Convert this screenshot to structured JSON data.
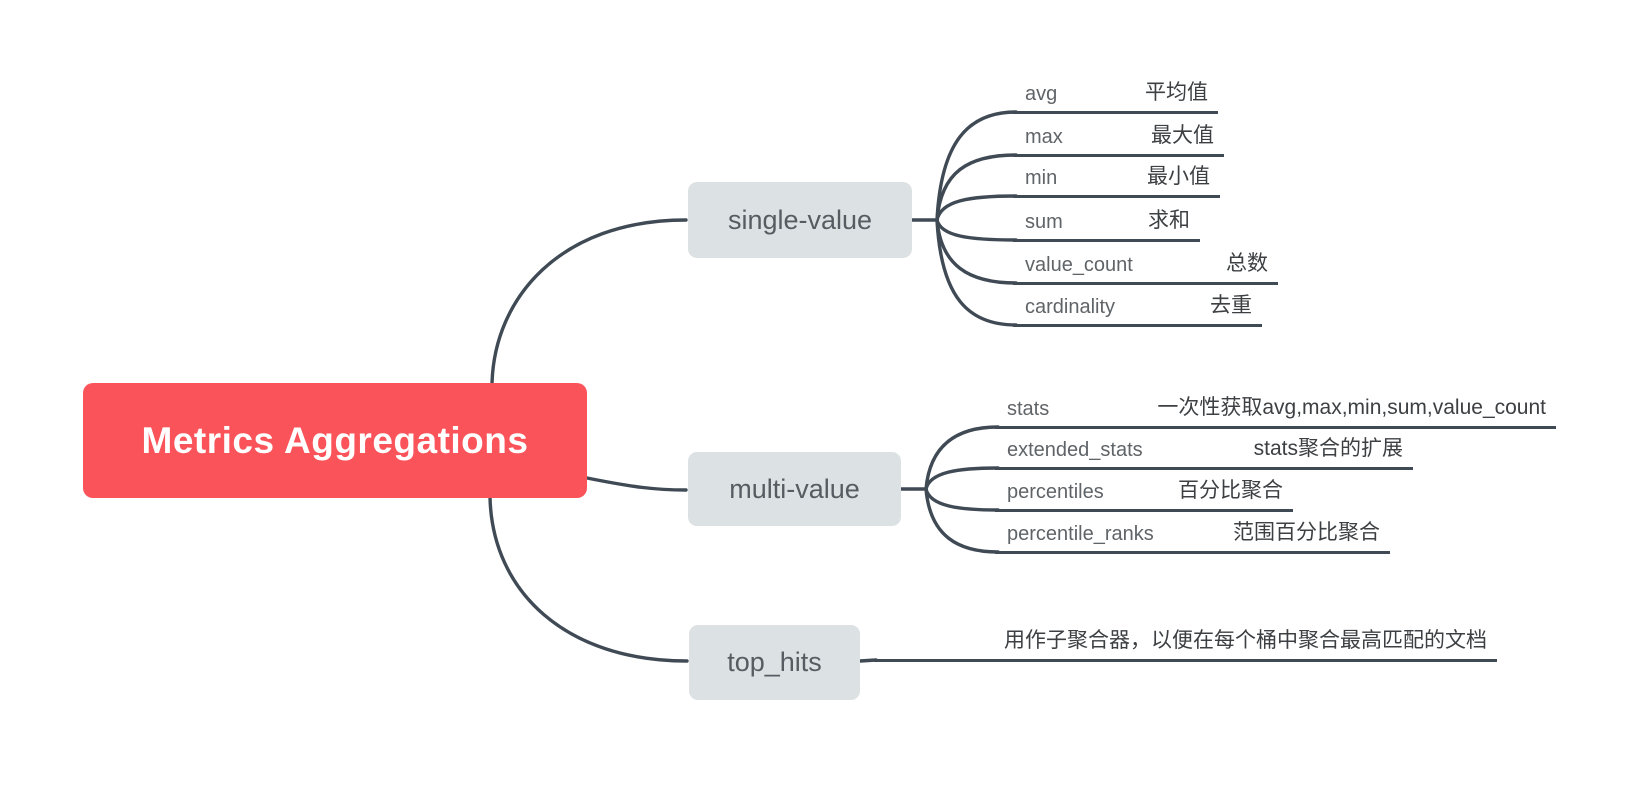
{
  "colors": {
    "root_bg": "#fb535a",
    "root_text": "#ffffff",
    "branch_bg": "#dce2e3",
    "branch_text": "#565c61",
    "line": "#3f4a55",
    "leaf_en": "#5f6468",
    "leaf_zh": "#3d4043"
  },
  "root": {
    "label": "Metrics Aggregations"
  },
  "branches": [
    {
      "label": "single-value",
      "leaves": [
        {
          "en": "avg",
          "zh": "平均值"
        },
        {
          "en": "max",
          "zh": "最大值"
        },
        {
          "en": "min",
          "zh": "最小值"
        },
        {
          "en": "sum",
          "zh": "求和"
        },
        {
          "en": "value_count",
          "zh": "总数"
        },
        {
          "en": "cardinality",
          "zh": "去重"
        }
      ]
    },
    {
      "label": "multi-value",
      "leaves": [
        {
          "en": "stats",
          "zh": "一次性获取avg,max,min,sum,value_count"
        },
        {
          "en": "extended_stats",
          "zh": "stats聚合的扩展"
        },
        {
          "en": "percentiles",
          "zh": "百分比聚合"
        },
        {
          "en": "percentile_ranks",
          "zh": "范围百分比聚合"
        }
      ]
    },
    {
      "label": "top_hits",
      "leaves": [
        {
          "zh": "用作子聚合器，以便在每个桶中聚合最高匹配的文档"
        }
      ]
    }
  ]
}
